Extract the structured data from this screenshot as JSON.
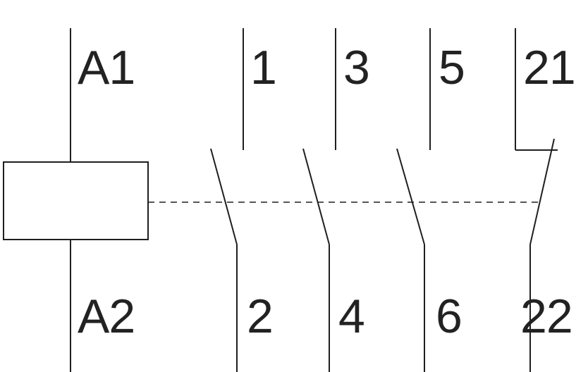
{
  "diagram": {
    "type": "contactor-schematic",
    "coil": {
      "top_label": "A1",
      "bottom_label": "A2"
    },
    "poles": [
      {
        "kind": "normally-open-main-contact",
        "top_label": "1",
        "bottom_label": "2"
      },
      {
        "kind": "normally-open-main-contact",
        "top_label": "3",
        "bottom_label": "4"
      },
      {
        "kind": "normally-open-main-contact",
        "top_label": "5",
        "bottom_label": "6"
      },
      {
        "kind": "normally-closed-aux-contact",
        "top_label": "21",
        "bottom_label": "22"
      }
    ],
    "colors": {
      "line": "#1f1f1f",
      "background": "#ffffff",
      "text": "#222222"
    }
  }
}
